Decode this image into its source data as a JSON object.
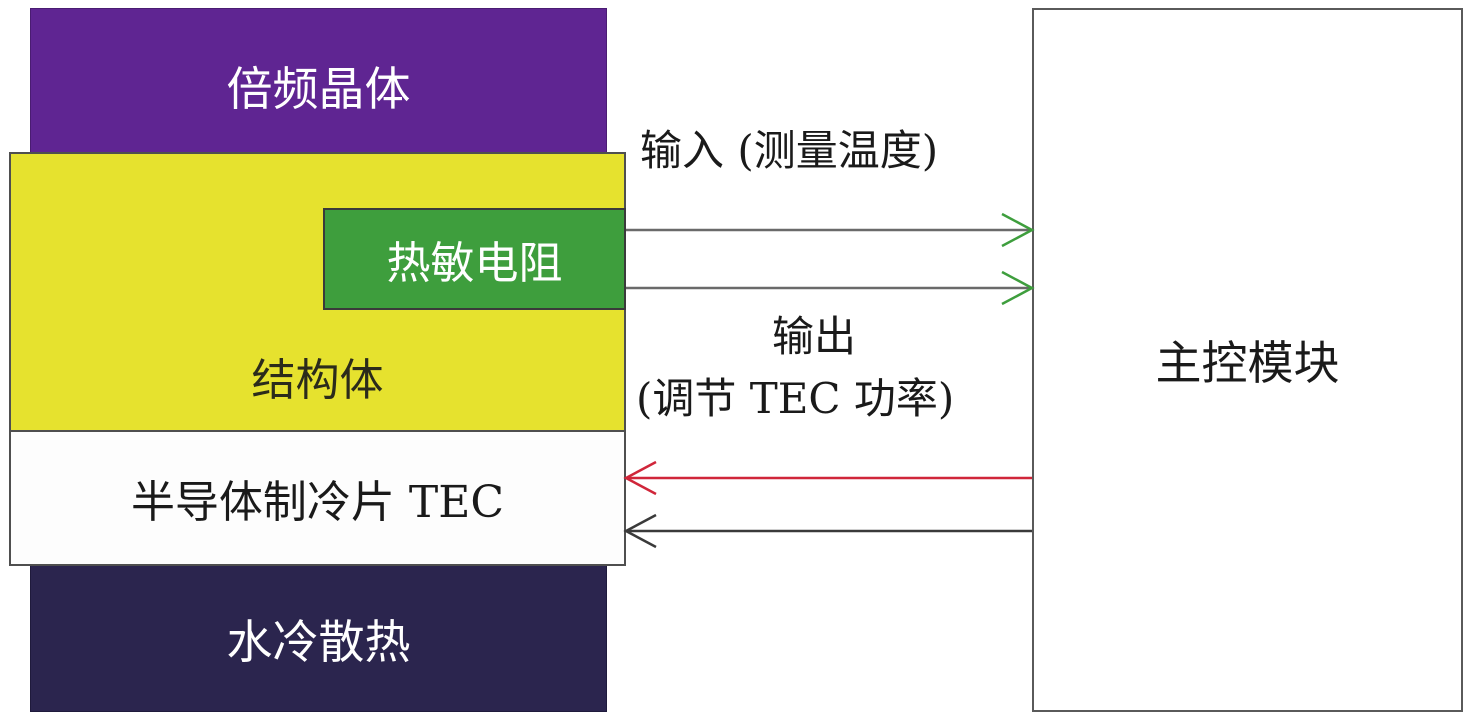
{
  "blocks": {
    "crystal": "倍频晶体",
    "structure": "结构体",
    "thermistor": "热敏电阻",
    "tec": "半导体制冷片 TEC",
    "water_cooling": "水冷散热",
    "main_module": "主控模块"
  },
  "signals": {
    "input_label": "输入 (测量温度)",
    "output_label_line1": "输出",
    "output_label_line2": "(调节 TEC 功率)"
  },
  "colors": {
    "crystal": "#5f2592",
    "structure": "#e6e22e",
    "thermistor": "#3e9e3d",
    "water_cooling": "#2b254e",
    "input_arrows": "#3e9e3d",
    "output_arrow_red": "#d0263a",
    "output_arrow_dark": "#3a3a3a"
  }
}
